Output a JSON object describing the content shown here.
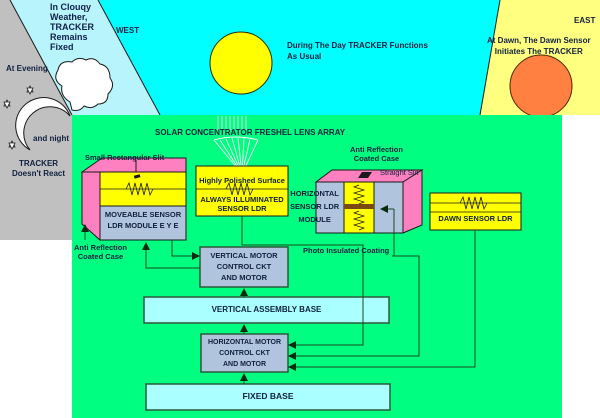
{
  "sky": {
    "night_text": [
      "TRACKER",
      "Doesn't React"
    ],
    "evening_label": "At Evening",
    "night_label": "and night",
    "cloudy_text": [
      "In Clouqy",
      "Weather,",
      "TRACKER",
      "Remains",
      "Fixed"
    ],
    "west_label": "WEST",
    "day_text": [
      "During The Day TRACKER Functions",
      "As Usual"
    ],
    "east_label": "EAST",
    "dawn_text": [
      "At Dawn, The Dawn Sensor",
      "Initiates The TRACKER"
    ]
  },
  "diagram": {
    "lens_label": "SOLAR CONCENTRATOR FRESHEL LENS ARRAY",
    "slit_label": "Small Rectangular Slit",
    "moveable_sensor": [
      "MOVEABLE SENSOR",
      "LDR MODULE  E Y E"
    ],
    "anti_reflection_left": [
      "Anti Reflection",
      "Coated Case"
    ],
    "polished_label": "Highly Polished Surface",
    "always_illuminated": [
      "ALWAYS ILLUMINATED",
      "SENSOR LDR"
    ],
    "anti_reflection_right": [
      "Anti Reflection",
      "Coated Case"
    ],
    "straight_slit": "Straight Slit",
    "horizontal_sensor": [
      "HORIZONTAL",
      "SENSOR LDR",
      "MODULE"
    ],
    "photo_insulated": "Photo Insulated Coating",
    "dawn_sensor": "DAWN SENSOR LDR",
    "vertical_motor": [
      "VERTICAL MOTOR",
      "CONTROL CKT",
      "AND MOTOR"
    ],
    "vertical_base": "VERTICAL ASSEMBLY BASE",
    "horizontal_motor": [
      "HORIZONTAL MOTOR",
      "CONTROL CKT",
      "AND MOTOR"
    ],
    "fixed_base": "FIXED BASE"
  },
  "colors": {
    "night": "#c0c0c0",
    "day": "#00ffff",
    "west_band": "#b8f4fb",
    "dawn": "#ffff80",
    "panel": "#00ff80",
    "sun": "#ffff00",
    "dawn_sun": "#ff8040",
    "ldr_yellow": "#ffff00",
    "module_blue": "#b0c4de",
    "case_pink": "#ff80c0",
    "base_cyan": "#aaffff"
  }
}
